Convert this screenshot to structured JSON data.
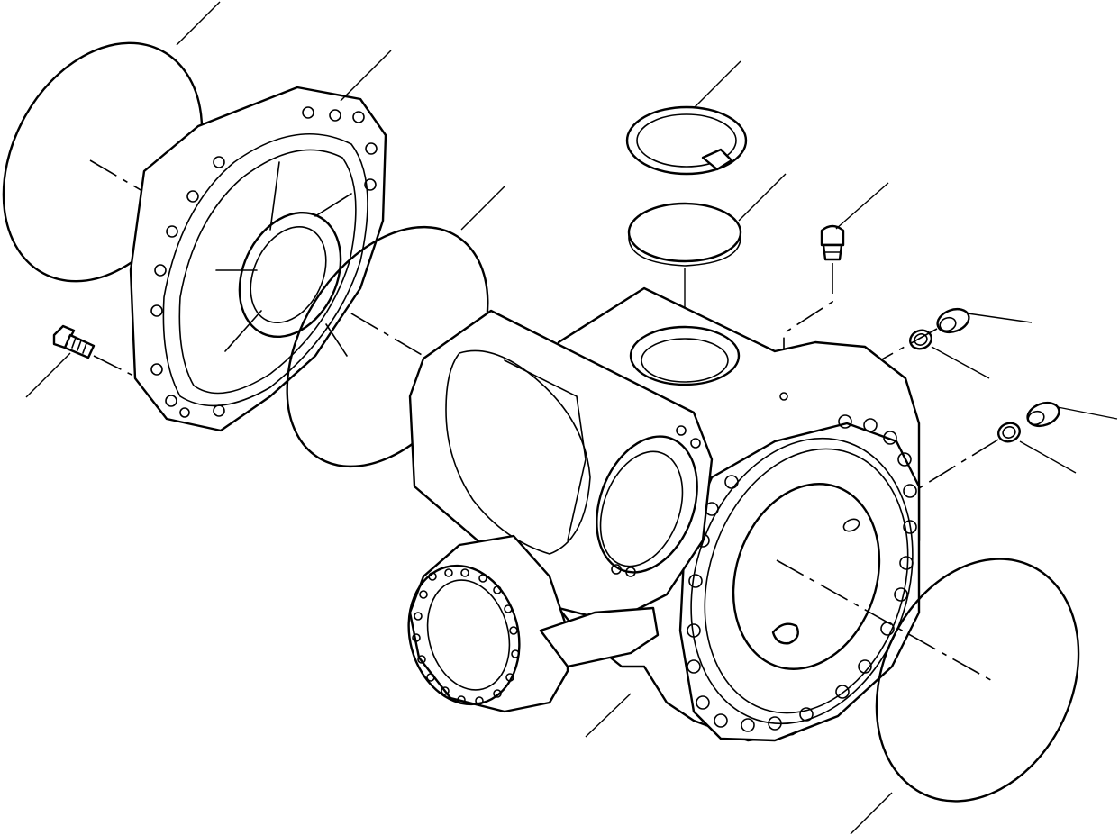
{
  "diagram": {
    "kind": "exploded-parts-view",
    "line_color": "#000000",
    "background": "#ffffff",
    "parts": [
      {
        "name": "o-ring-top-left",
        "icon": "o-ring-icon"
      },
      {
        "name": "cover-flange",
        "icon": "flange-icon"
      },
      {
        "name": "mounting-bolt",
        "icon": "bolt-icon"
      },
      {
        "name": "o-ring-middle",
        "icon": "o-ring-icon"
      },
      {
        "name": "snap-ring",
        "icon": "snap-ring-icon"
      },
      {
        "name": "cap-disc",
        "icon": "disc-icon"
      },
      {
        "name": "grease-fitting",
        "icon": "grease-nipple-icon"
      },
      {
        "name": "plug-upper",
        "icon": "plug-icon"
      },
      {
        "name": "washer-upper",
        "icon": "washer-icon"
      },
      {
        "name": "plug-lower",
        "icon": "plug-icon"
      },
      {
        "name": "washer-lower",
        "icon": "washer-icon"
      },
      {
        "name": "axle-housing",
        "icon": "housing-icon"
      },
      {
        "name": "o-ring-bottom-right",
        "icon": "o-ring-icon"
      }
    ]
  }
}
